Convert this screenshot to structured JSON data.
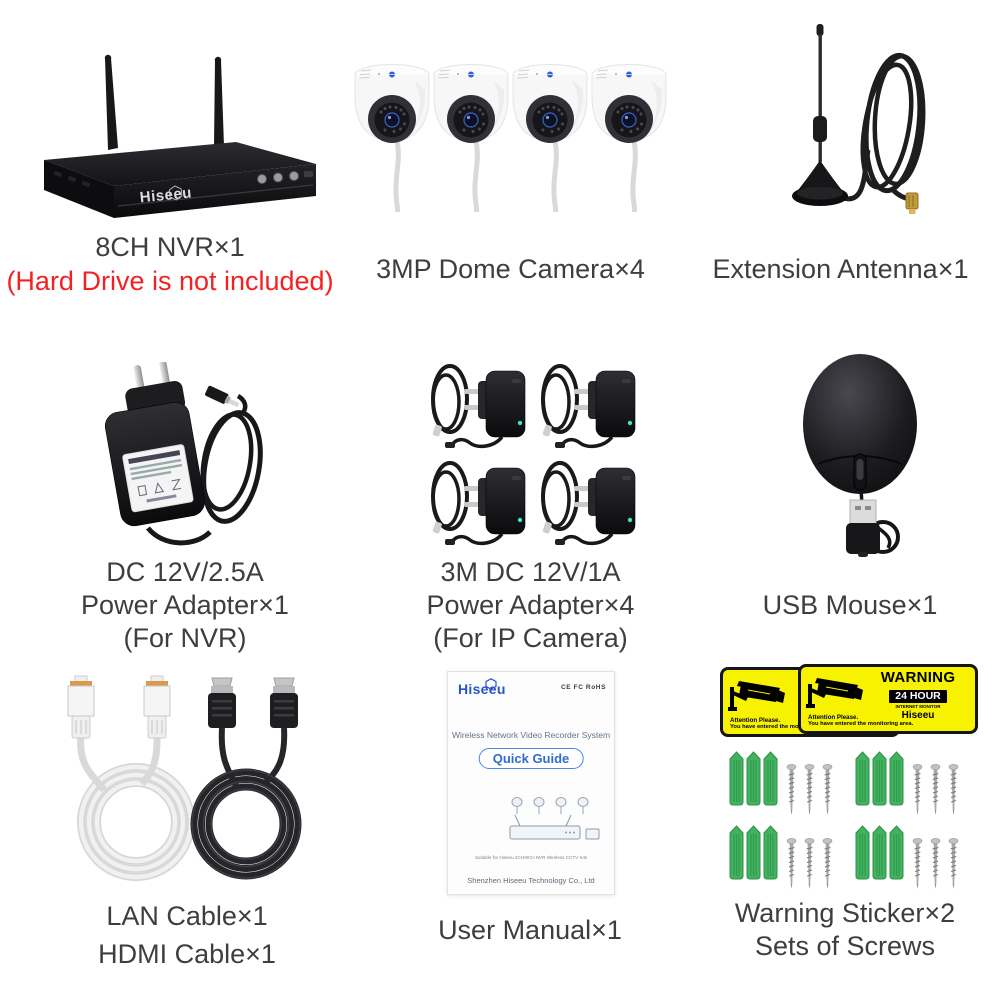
{
  "colors": {
    "background": "#ffffff",
    "caption_text": "#3e3e3e",
    "warning_red": "#f42121",
    "brand_blue": "#2456c9",
    "sticker_yellow": "#f6f200",
    "anchor_green": "#41b35f"
  },
  "captions": {
    "nvr": {
      "title": "8CH NVR×1",
      "note": "(Hard Drive is not included)"
    },
    "dome_camera": {
      "title": "3MP Dome Camera×4"
    },
    "antenna": {
      "title": "Extension Antenna×1"
    },
    "adapter_nvr": {
      "line1": "DC 12V/2.5A",
      "line2": "Power Adapter×1",
      "line3": "(For NVR)"
    },
    "adapter_camera": {
      "line1": "3M DC 12V/1A",
      "line2": "Power Adapter×4",
      "line3": "(For IP Camera)"
    },
    "mouse": {
      "title": "USB Mouse×1"
    },
    "cables": {
      "line1": "LAN Cable×1",
      "line2": "HDMI Cable×1"
    },
    "manual": {
      "title": "User Manual×1"
    },
    "sticker_screws": {
      "line1": "Warning Sticker×2",
      "line2": "Sets of Screws"
    }
  },
  "nvr": {
    "brand": "Hiseeu"
  },
  "manual_page": {
    "brand": "Hiseeu",
    "certs": "CE  FC  RoHS",
    "title": "Wireless Network Video Recorder System",
    "badge": "Quick Guide",
    "suitable": "Suitable for Hiseeu 4CH/8CH NVR Wireless CCTV Kits",
    "company": "Shenzhen  Hiseeu  Technology  Co., Ltd"
  },
  "warning_sticker": {
    "warning": "WARNING",
    "hours": "24 HOUR",
    "monitor": "INTERNET MONITOR",
    "brand": "Hiseeu",
    "attention": "Attention Please.",
    "entered": "You have entered the monitoring area."
  }
}
